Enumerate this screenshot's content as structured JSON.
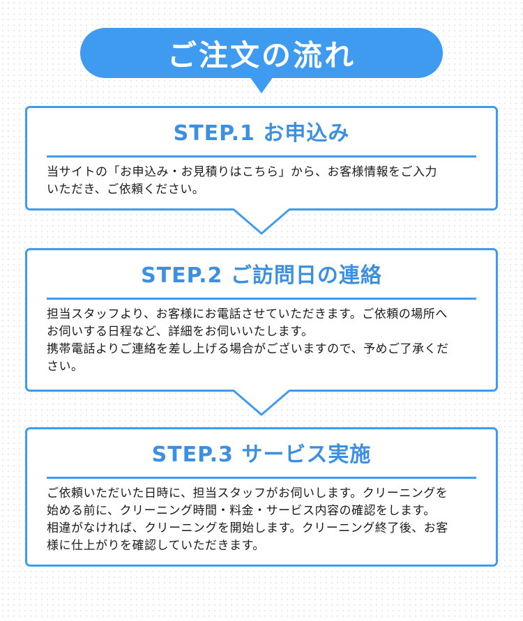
{
  "header": {
    "title": "ご注文の流れ"
  },
  "steps": [
    {
      "title": "STEP.1 お申込み",
      "lines": [
        "当サイトの「お申込み・お見積りはこちら」から、お客様情報をご入力",
        "いただき、ご依頼ください。"
      ]
    },
    {
      "title": "STEP.2 ご訪問日の連絡",
      "lines": [
        "担当スタッフより、お客様にお電話させていただきます。ご依頼の場所へ",
        "お伺いする日程など、詳細をお伺いいたします。",
        "携帯電話よりご連絡を差し上げる場合がございますので、予めご了承くだ",
        "さい。"
      ]
    },
    {
      "title": "STEP.3 サービス実施",
      "lines": [
        "ご依頼いただいた日時に、担当スタッフがお伺いします。クリーニングを",
        "始める前に、クリーニング時間・料金・サービス内容の確認をします。",
        "相違がなければ、クリーニングを開始します。クリーニング終了後、お客",
        "様に仕上がりを確認していただきます。"
      ]
    }
  ],
  "colors": {
    "accent": "#3e9bf0",
    "step_title": "#3d8fe0",
    "body_text": "#1a1a1a",
    "background": "#ffffff",
    "dot_pattern": "#e3e6ea"
  }
}
